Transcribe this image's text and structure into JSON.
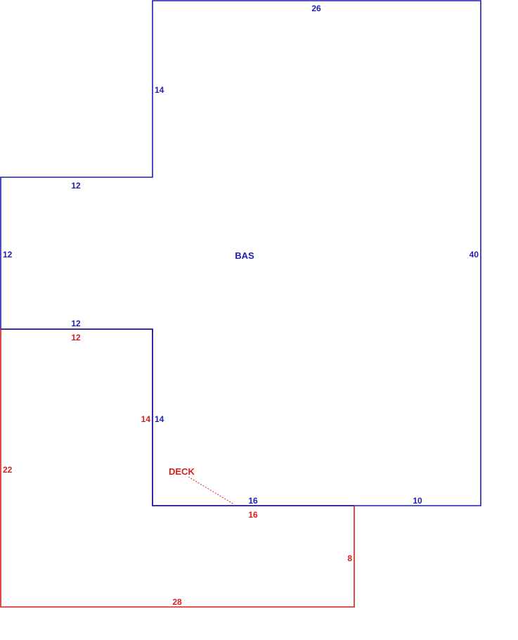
{
  "colors": {
    "bas": "#1f1fb0",
    "deck": "#d61f1f",
    "background": "#ffffff"
  },
  "areas": {
    "bas": {
      "label": "BAS",
      "dimensions": {
        "top": "26",
        "upper_left_wall": "14",
        "left_step": "12",
        "left_side": "12",
        "lower_step": "12",
        "inner_wall": "14",
        "bottom_inner": "16",
        "bottom_right": "10",
        "right_side": "40"
      }
    },
    "deck": {
      "label": "DECK",
      "dimensions": {
        "top": "12",
        "right_upper": "14",
        "left_side": "22",
        "top_right": "16",
        "right_lower": "8",
        "bottom": "28"
      }
    }
  }
}
